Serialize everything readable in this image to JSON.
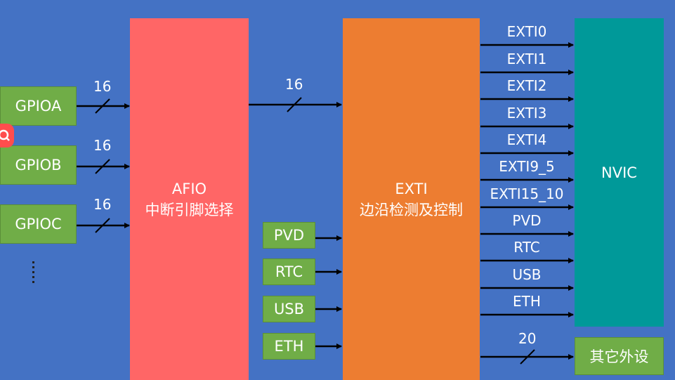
{
  "gpio": [
    {
      "label": "GPIOA",
      "bus": "16"
    },
    {
      "label": "GPIOB",
      "bus": "16"
    },
    {
      "label": "GPIOC",
      "bus": "16"
    }
  ],
  "ellipsis": "⋮",
  "afio": {
    "line1": "AFIO",
    "line2": "中断引脚选择"
  },
  "afio_bus": "16",
  "exti": {
    "line1": "EXTI",
    "line2": "边沿检测及控制"
  },
  "sources": [
    "PVD",
    "RTC",
    "USB",
    "ETH"
  ],
  "outputs": [
    "EXTI0",
    "EXTI1",
    "EXTI2",
    "EXTI3",
    "EXTI4",
    "EXTI9_5",
    "EXTI15_10",
    "PVD",
    "RTC",
    "USB",
    "ETH"
  ],
  "nvic": "NVIC",
  "other_bus": "20",
  "other": "其它外设"
}
